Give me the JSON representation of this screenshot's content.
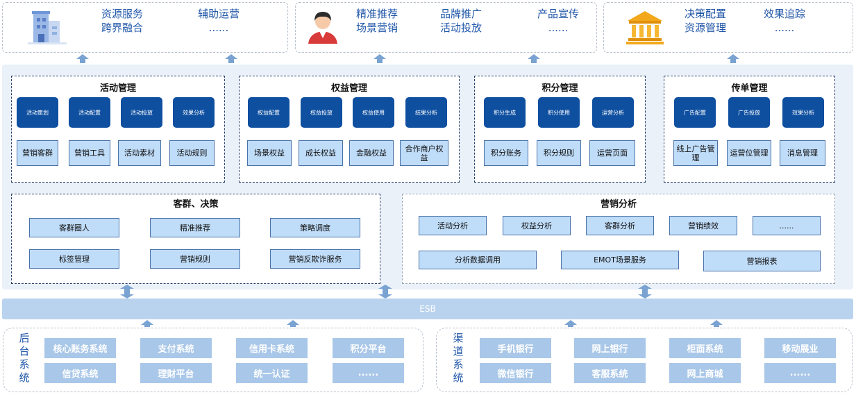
{
  "top": {
    "box1": {
      "icon": "building-icon",
      "col1": [
        "资源服务",
        "跨界融合"
      ],
      "col2": [
        "辅助运营",
        "......"
      ]
    },
    "box2": {
      "icon": "person-icon",
      "col1": [
        "精准推荐",
        "场景营销"
      ],
      "col2": [
        "品牌推广",
        "活动投放"
      ],
      "col3": [
        "产品宣传",
        "......"
      ]
    },
    "box3": {
      "icon": "bank-icon",
      "col1": [
        "决策配置",
        "资源管理"
      ],
      "col2": [
        "效果追踪",
        "......"
      ]
    }
  },
  "panels": {
    "activity": {
      "title": "活动管理",
      "dark": [
        "活动策划",
        "活动配置",
        "活动投放",
        "效果分析"
      ],
      "light": [
        "营销客群",
        "营销工具",
        "活动素材",
        "活动规则"
      ]
    },
    "rights": {
      "title": "权益管理",
      "dark": [
        "权益配置",
        "权益投放",
        "权益使用",
        "结果分析"
      ],
      "light": [
        "场景权益",
        "成长权益",
        "金融权益",
        "合作商户权益"
      ]
    },
    "points": {
      "title": "积分管理",
      "dark": [
        "积分生成",
        "积分使用",
        "运营分析"
      ],
      "light": [
        "积分账务",
        "积分规则",
        "运营页面"
      ]
    },
    "flyer": {
      "title": "传单管理",
      "dark": [
        "广告配置",
        "广告投放",
        "效果分析"
      ],
      "light": [
        "线上广告管理",
        "运营位管理",
        "消息管理"
      ]
    },
    "customer": {
      "title": "客群、决策",
      "row1": [
        "客群圈人",
        "精准推荐",
        "策略调度"
      ],
      "row2": [
        "标签管理",
        "营销规则",
        "营销反欺诈服务"
      ]
    },
    "analysis": {
      "title": "营销分析",
      "row1": [
        "活动分析",
        "权益分析",
        "客群分析",
        "营销绩效",
        "......"
      ],
      "row2": [
        "分析数据调用",
        "EMOT场景服务",
        "营销报表"
      ]
    }
  },
  "esb": {
    "label": "ESB"
  },
  "backend": {
    "label": "后台系统",
    "row1": [
      "核心账务系统",
      "支付系统",
      "信用卡系统",
      "积分平台"
    ],
    "row2": [
      "信贷系统",
      "理财平台",
      "统一认证",
      "......"
    ]
  },
  "channel": {
    "label": "渠道系统",
    "row1": [
      "手机银行",
      "网上银行",
      "柜面系统",
      "移动展业"
    ],
    "row2": [
      "微信银行",
      "客服系统",
      "网上商城",
      "......"
    ]
  }
}
